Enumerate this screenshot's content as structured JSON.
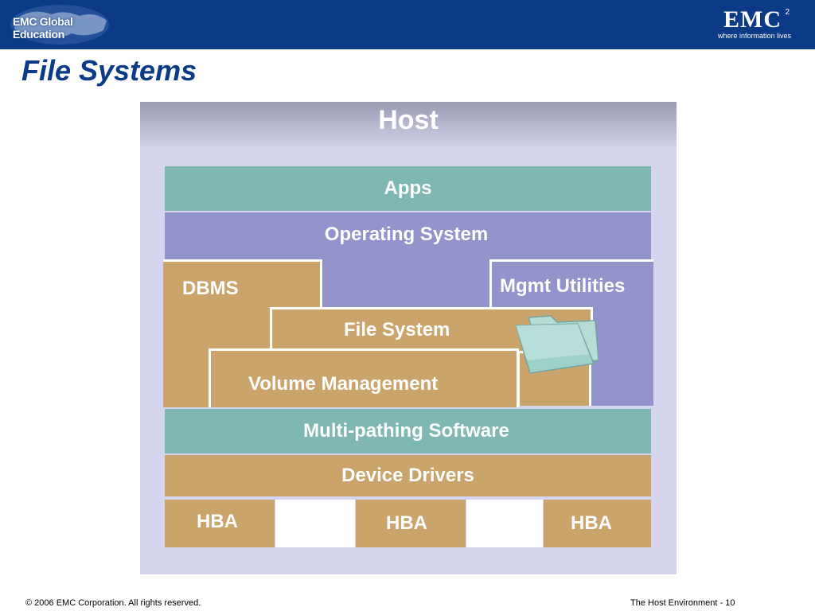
{
  "header": {
    "left_logo_text": "EMC Global Education",
    "right_logo_mark": "EMC",
    "right_logo_superscript": "2",
    "right_logo_tagline": "where information lives"
  },
  "slide": {
    "title": "File Systems"
  },
  "diagram": {
    "host": "Host",
    "apps": "Apps",
    "operating_system": "Operating System",
    "dbms": "DBMS",
    "mgmt_utilities": "Mgmt Utilities",
    "file_system": "File System",
    "volume_management": "Volume Management",
    "multipathing": "Multi-pathing Software",
    "device_drivers": "Device Drivers",
    "hba": [
      "HBA",
      "HBA",
      "HBA"
    ],
    "colors": {
      "navy": "#0b3a86",
      "teal": "#7fb8b2",
      "purple": "#9193ca",
      "tan": "#cba46c",
      "host_bg": "#d5d5ef"
    },
    "icons": [
      "folder-icon"
    ]
  },
  "footer": {
    "copyright": "© 2006 EMC Corporation. All rights reserved.",
    "page_info": "The Host Environment  - 10"
  }
}
